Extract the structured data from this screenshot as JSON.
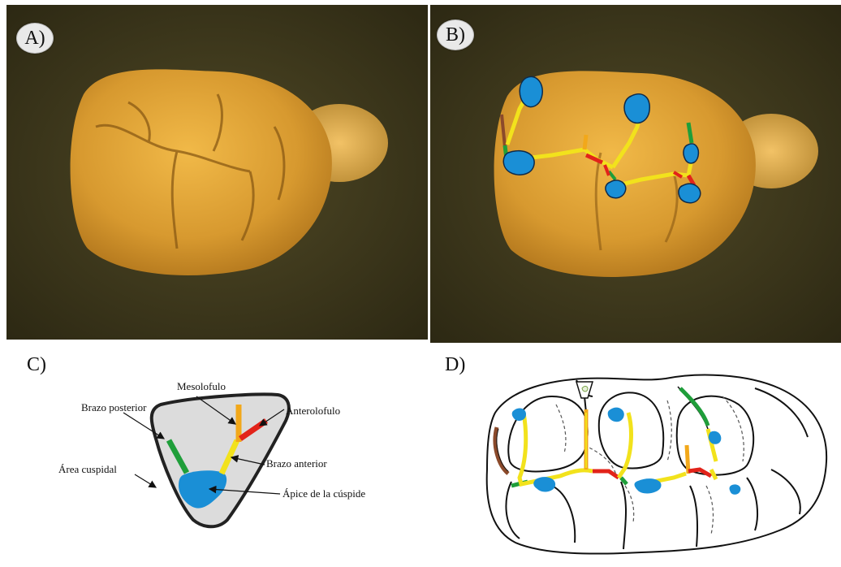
{
  "panels": {
    "a": {
      "label": "A)"
    },
    "b": {
      "label": "B)"
    },
    "c": {
      "label": "C)"
    },
    "d": {
      "label": "D)"
    }
  },
  "annotations": {
    "mesolofulo": "Mesolofulo",
    "anterolofulo": "Anterolofulo",
    "brazo_posterior": "Brazo posterior",
    "area_cuspidal": "Área cuspidal",
    "brazo_anterior": "Brazo anterior",
    "apice": "Ápice de la cúspide"
  },
  "colors": {
    "cusp_apex": "#1a8fd6",
    "anterior_arm": "#f2e21c",
    "posterior_arm": "#1f9e3a",
    "anterolophule": "#e2231a",
    "mesolophule": "#f2a81a",
    "extra_crest": "#8b4a2b",
    "cusp_area": "#dcdcdc",
    "background_photo": "#3a3418",
    "tooth": "#d9a23a"
  }
}
